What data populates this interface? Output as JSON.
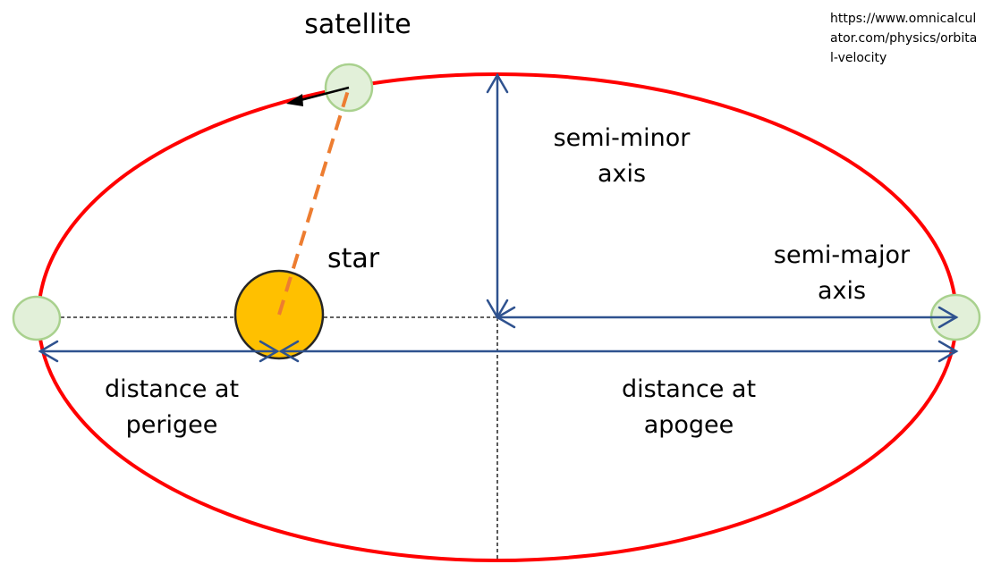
{
  "labels": {
    "satellite": "satellite",
    "star": "star",
    "semi_minor_line1": "semi-minor",
    "semi_minor_line2": "axis",
    "semi_major_line1": "semi-major",
    "semi_major_line2": "axis",
    "perigee_line1": "distance at",
    "perigee_line2": "perigee",
    "apogee_line1": "distance at",
    "apogee_line2": "apogee"
  },
  "source_url_lines": [
    "https://www.omnicalcul",
    "ator.com/physics/orbita",
    "l-velocity"
  ],
  "colors": {
    "orbit": "#ff0000",
    "axis_arrows": "#2f528f",
    "star_fill": "#ffc000",
    "star_stroke": "#262626",
    "satellite_fill": "#e2f0d9",
    "satellite_stroke": "#a9d18e",
    "radius_line": "#ed7d31",
    "velocity_arrow": "#000000",
    "guide_lines": "#000000"
  }
}
